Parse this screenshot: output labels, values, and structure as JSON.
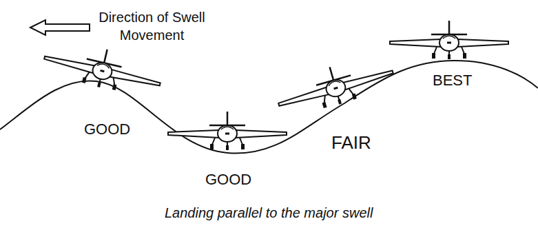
{
  "diagram": {
    "caption": "Landing parallel to the major swell",
    "labels": [
      "Direction of Swell Movement",
      "GOOD",
      "GOOD",
      "FAIR",
      "BEST"
    ]
  }
}
